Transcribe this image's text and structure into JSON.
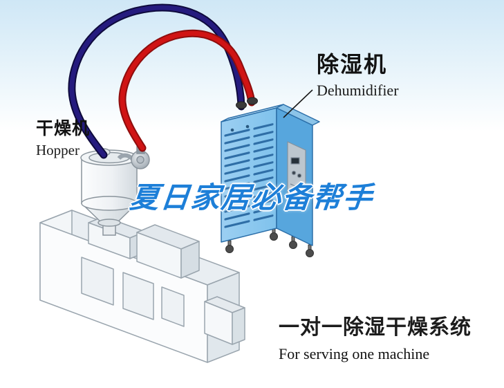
{
  "labels": {
    "hopper": {
      "cn": "干燥机",
      "en": "Hopper"
    },
    "dehumidifier": {
      "cn": "除湿机",
      "en": "Dehumidifier"
    },
    "headline": "夏日家居必备帮手",
    "system": {
      "cn": "一对一除湿干燥系统",
      "en": "For serving one machine"
    }
  },
  "colors": {
    "sky": "#cfe7f6",
    "headline_blue": "#1d7fd8",
    "pipe_red": "#d01414",
    "pipe_navy": "#251b7e",
    "dehu_blue": "#7fc2ec"
  },
  "icons": {
    "diagram": "one-to-one-dehumidifying-drying-system-illustration"
  }
}
